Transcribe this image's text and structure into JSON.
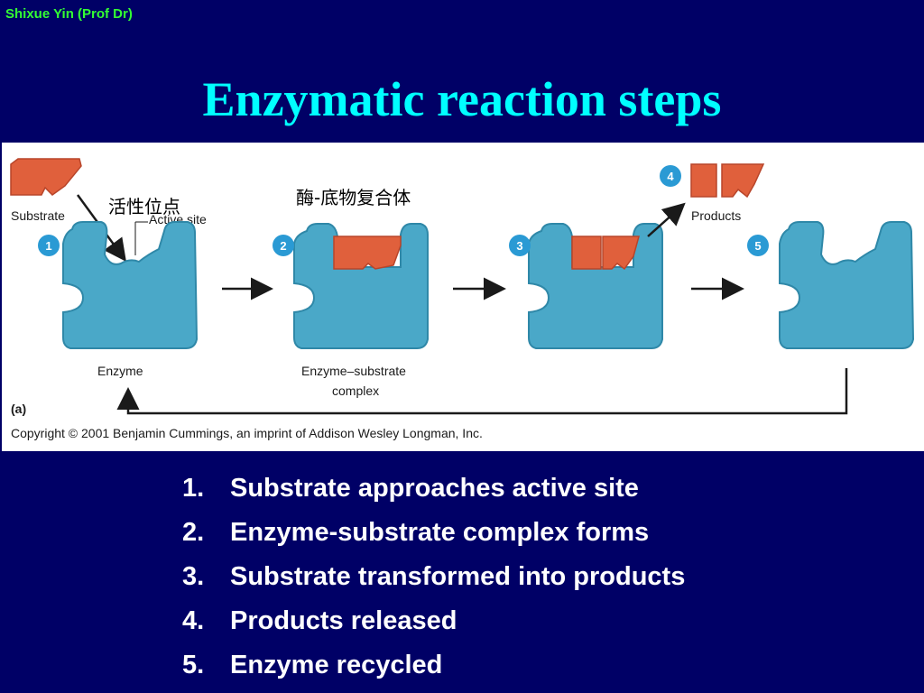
{
  "author": "Shixue Yin (Prof Dr)",
  "title": "Enzymatic reaction steps",
  "figure": {
    "labels": {
      "substrate": "Substrate",
      "active_site": "Active site",
      "active_site_cn": "活性位点",
      "complex_cn": "酶-底物复合体",
      "products": "Products",
      "enzyme": "Enzyme",
      "complex_line1": "Enzyme–substrate",
      "complex_line2": "complex",
      "panel": "(a)",
      "copyright": "Copyright © 2001 Benjamin Cummings, an imprint of Addison Wesley Longman, Inc."
    },
    "badges": [
      "1",
      "2",
      "3",
      "4",
      "5"
    ],
    "colors": {
      "enzyme": "#4aa8c8",
      "substrate": "#e0603c",
      "badge": "#2a9ad4"
    }
  },
  "steps": [
    {
      "num": "1.",
      "text": "Substrate approaches active site"
    },
    {
      "num": "2.",
      "text": "Enzyme-substrate complex forms"
    },
    {
      "num": "3.",
      "text": "Substrate transformed into products"
    },
    {
      "num": "4.",
      "text": "Products released"
    },
    {
      "num": "5.",
      "text": "Enzyme recycled"
    }
  ]
}
